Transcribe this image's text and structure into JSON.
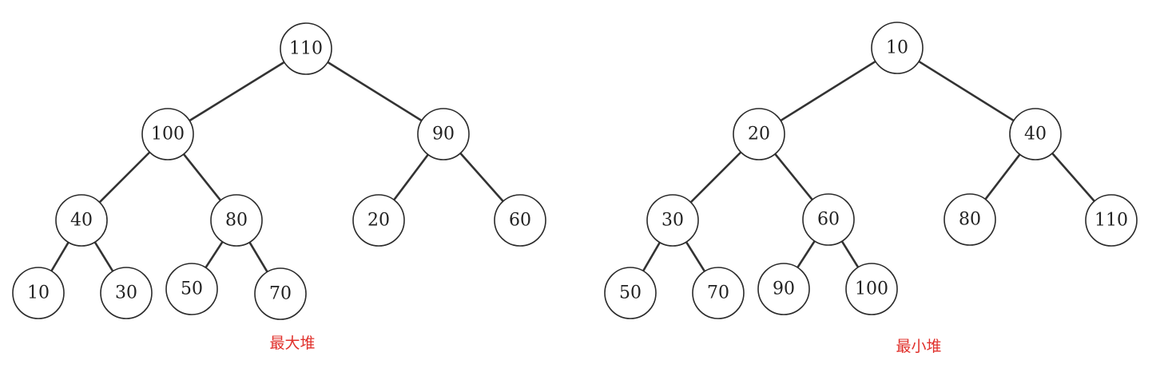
{
  "heaps": [
    {
      "caption": "最大堆",
      "nodes": [
        "110",
        "100",
        "90",
        "40",
        "80",
        "20",
        "60",
        "10",
        "30",
        "50",
        "70"
      ],
      "edges": [
        [
          0,
          1
        ],
        [
          0,
          2
        ],
        [
          1,
          3
        ],
        [
          1,
          4
        ],
        [
          2,
          5
        ],
        [
          2,
          6
        ],
        [
          3,
          7
        ],
        [
          3,
          8
        ],
        [
          4,
          9
        ],
        [
          4,
          10
        ]
      ]
    },
    {
      "caption": "最小堆",
      "nodes": [
        "10",
        "20",
        "40",
        "30",
        "60",
        "80",
        "110",
        "50",
        "70",
        "90",
        "100"
      ],
      "edges": [
        [
          0,
          1
        ],
        [
          0,
          2
        ],
        [
          1,
          3
        ],
        [
          1,
          4
        ],
        [
          2,
          5
        ],
        [
          2,
          6
        ],
        [
          3,
          7
        ],
        [
          3,
          8
        ],
        [
          4,
          9
        ],
        [
          4,
          10
        ]
      ]
    }
  ],
  "colors": {
    "caption": "#e0302b",
    "edge": "#333333",
    "node_stroke": "#2a2a2a"
  }
}
